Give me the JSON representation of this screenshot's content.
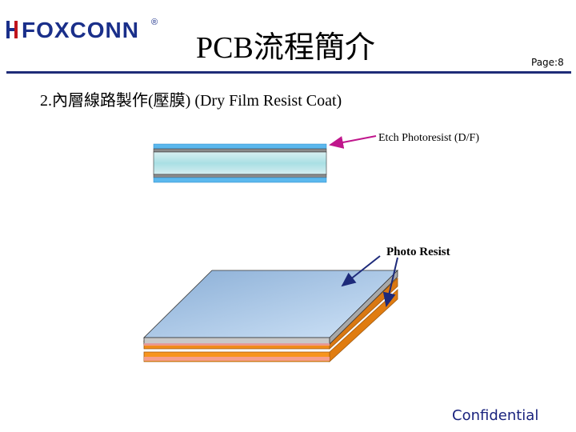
{
  "header": {
    "logo_text": "FOXCONN",
    "logo_mark": "®",
    "title": "PCB流程簡介",
    "page_label": "Page:8"
  },
  "content": {
    "subtitle": "2.內層線路製作(壓膜) (Dry Film Resist Coat)",
    "labels": {
      "etch_photoresist": "Etch Photoresist (D/F)",
      "photo_resist": "Photo Resist"
    }
  },
  "footer": {
    "confidential": "Confidential"
  },
  "colors": {
    "brand_blue": "#1a2f8a",
    "rule": "#1f2c78",
    "film_blue": "#5bb8ee",
    "board_gray": "#c8c8c8",
    "copper_orange": "#f7941d",
    "arrow_magenta": "#c0168c",
    "arrow_navy": "#1d2a7a"
  }
}
